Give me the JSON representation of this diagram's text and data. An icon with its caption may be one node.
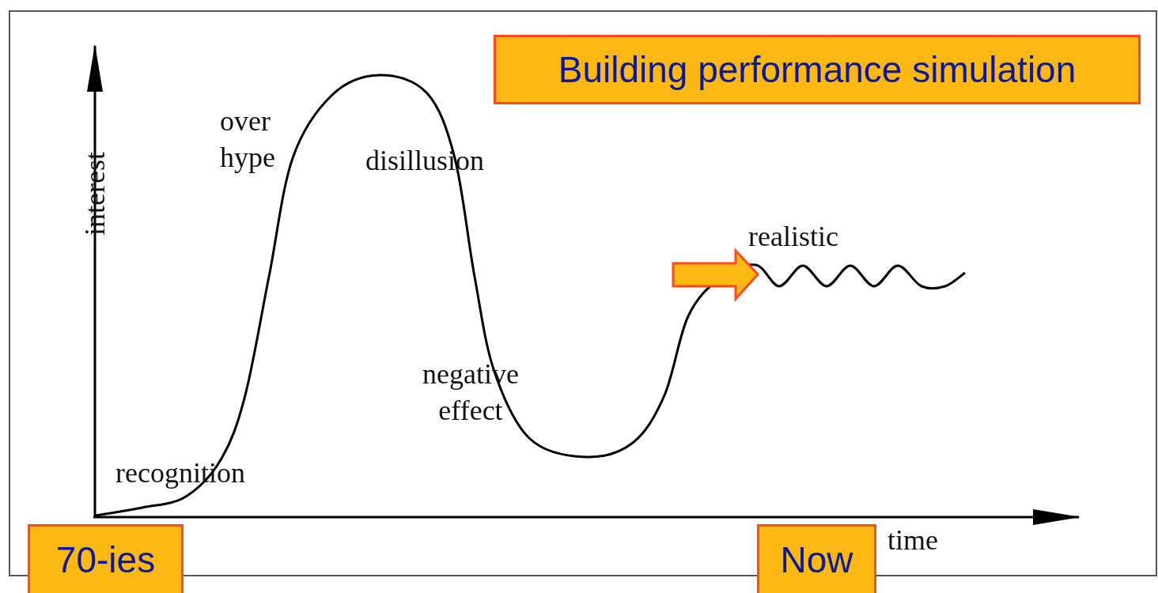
{
  "diagram": {
    "nodes": [
      {
        "text": [
          "Building performance simulation"
        ]
      },
      {
        "text": [
          "70-ies"
        ]
      },
      {
        "text": [
          "Now"
        ]
      }
    ],
    "labels": [
      "over hype",
      "disillusion",
      "interest",
      "realistic",
      "negative effect",
      "recognition",
      "time"
    ]
  }
}
